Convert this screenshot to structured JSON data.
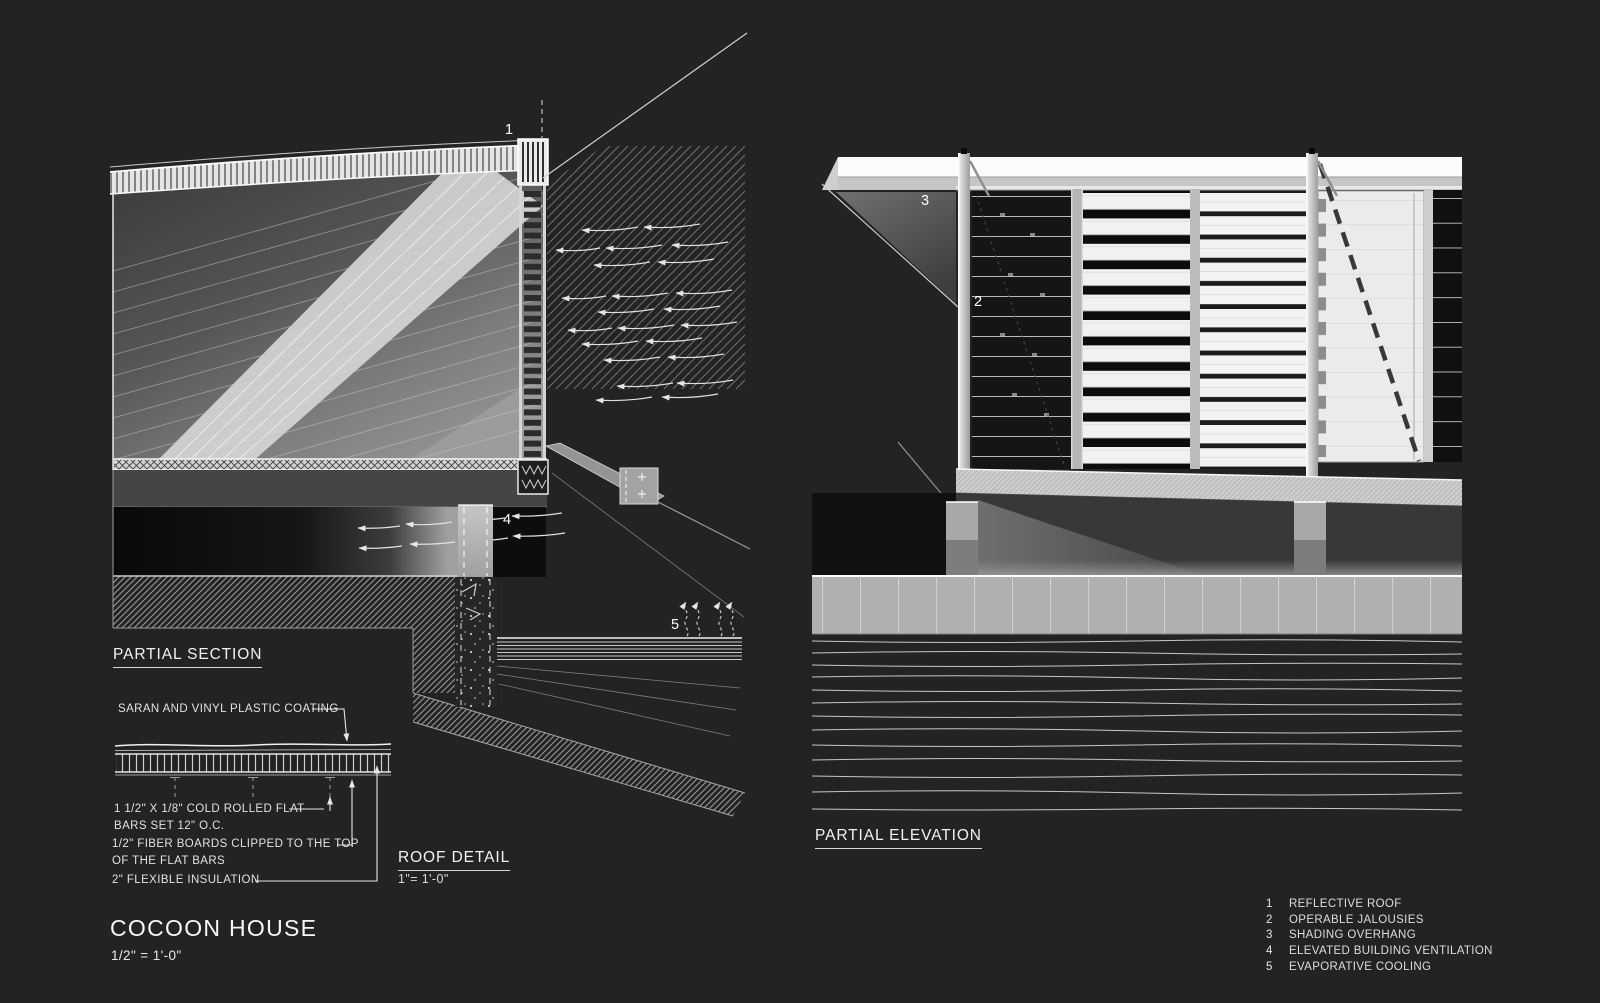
{
  "colors": {
    "background": "#232322",
    "ink": "#e8e8e8"
  },
  "section": {
    "title": "PARTIAL SECTION"
  },
  "elevation": {
    "title": "PARTIAL ELEVATION"
  },
  "roof_detail": {
    "title": "ROOF DETAIL",
    "scale": "1\"= 1'-0\"",
    "ann_coating": "SARAN AND VINYL PLASTIC COATING",
    "ann_flat_bars_1": "1 1/2\" X 1/8\" COLD ROLLED FLAT",
    "ann_flat_bars_2": "BARS SET 12\" O.C.",
    "ann_fiber_1": "1/2\" FIBER BOARDS CLIPPED TO THE TOP",
    "ann_fiber_2": "OF THE FLAT BARS",
    "ann_insulation": "2\" FLEXIBLE INSULATION"
  },
  "title_block": {
    "project": "COCOON HOUSE",
    "scale": "1/2\" = 1'-0\""
  },
  "callouts": {
    "n1": "1",
    "n2": "2",
    "n3": "3",
    "n4": "4",
    "n5": "5"
  },
  "legend": {
    "items": [
      {
        "num": "1",
        "label": "REFLECTIVE ROOF"
      },
      {
        "num": "2",
        "label": "OPERABLE JALOUSIES"
      },
      {
        "num": "3",
        "label": "SHADING OVERHANG"
      },
      {
        "num": "4",
        "label": "ELEVATED BUILDING VENTILATION"
      },
      {
        "num": "5",
        "label": "EVAPORATIVE COOLING"
      }
    ]
  }
}
